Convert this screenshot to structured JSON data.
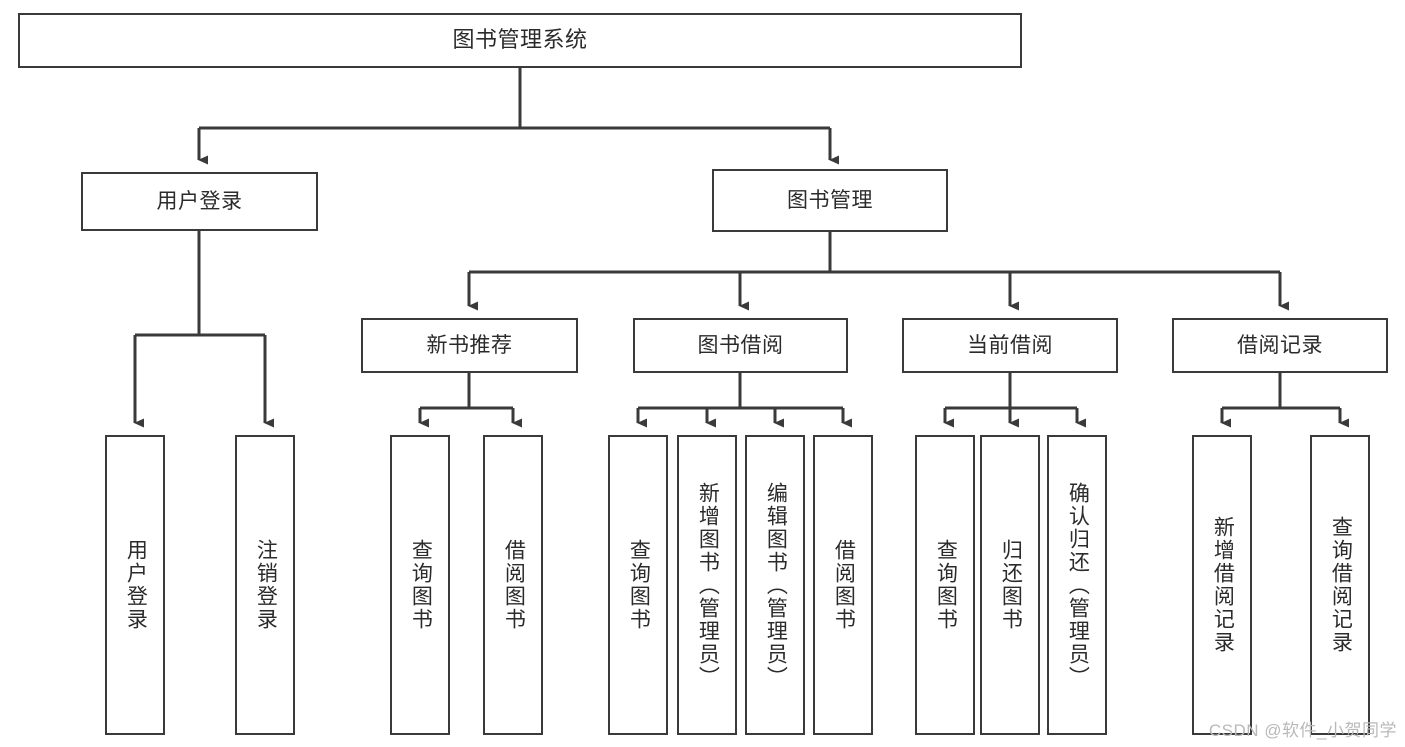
{
  "diagram": {
    "title": "图书管理系统",
    "type": "tree",
    "watermark": "CSDN @软件_小贺同学",
    "colors": {
      "box_border": "#3a3a3a",
      "box_fill": "#ffffff",
      "line": "#3a3a3a",
      "text": "#2b2b2b",
      "watermark": "#b9b9b9",
      "background": "#ffffff"
    },
    "nodes": {
      "root": {
        "label": "图书管理系统"
      },
      "level1": [
        {
          "id": "user-login",
          "label": "用户登录"
        },
        {
          "id": "book-management",
          "label": "图书管理"
        }
      ],
      "level2": [
        {
          "id": "new-book-recommend",
          "label": "新书推荐"
        },
        {
          "id": "book-borrow",
          "label": "图书借阅"
        },
        {
          "id": "current-borrow",
          "label": "当前借阅"
        },
        {
          "id": "borrow-record",
          "label": "借阅记录"
        }
      ],
      "leaves": {
        "user_login": [
          {
            "id": "leaf-user-login",
            "label": "用户登录"
          },
          {
            "id": "leaf-logout-login",
            "label": "注销登录"
          }
        ],
        "new_book_recommend": [
          {
            "id": "leaf-query-book-1",
            "label": "查询图书"
          },
          {
            "id": "leaf-borrow-book-1",
            "label": "借阅图书"
          }
        ],
        "book_borrow": [
          {
            "id": "leaf-query-book-2",
            "label": "查询图书"
          },
          {
            "id": "leaf-add-book",
            "label": "新增图书（管理员）"
          },
          {
            "id": "leaf-edit-book",
            "label": "编辑图书（管理员）"
          },
          {
            "id": "leaf-borrow-book-2",
            "label": "借阅图书"
          }
        ],
        "current_borrow": [
          {
            "id": "leaf-query-book-3",
            "label": "查询图书"
          },
          {
            "id": "leaf-return-book",
            "label": "归还图书"
          },
          {
            "id": "leaf-confirm-return",
            "label": "确认归还（管理员）"
          }
        ],
        "borrow_record": [
          {
            "id": "leaf-add-record",
            "label": "新增借阅记录"
          },
          {
            "id": "leaf-query-record",
            "label": "查询借阅记录"
          }
        ]
      }
    }
  }
}
